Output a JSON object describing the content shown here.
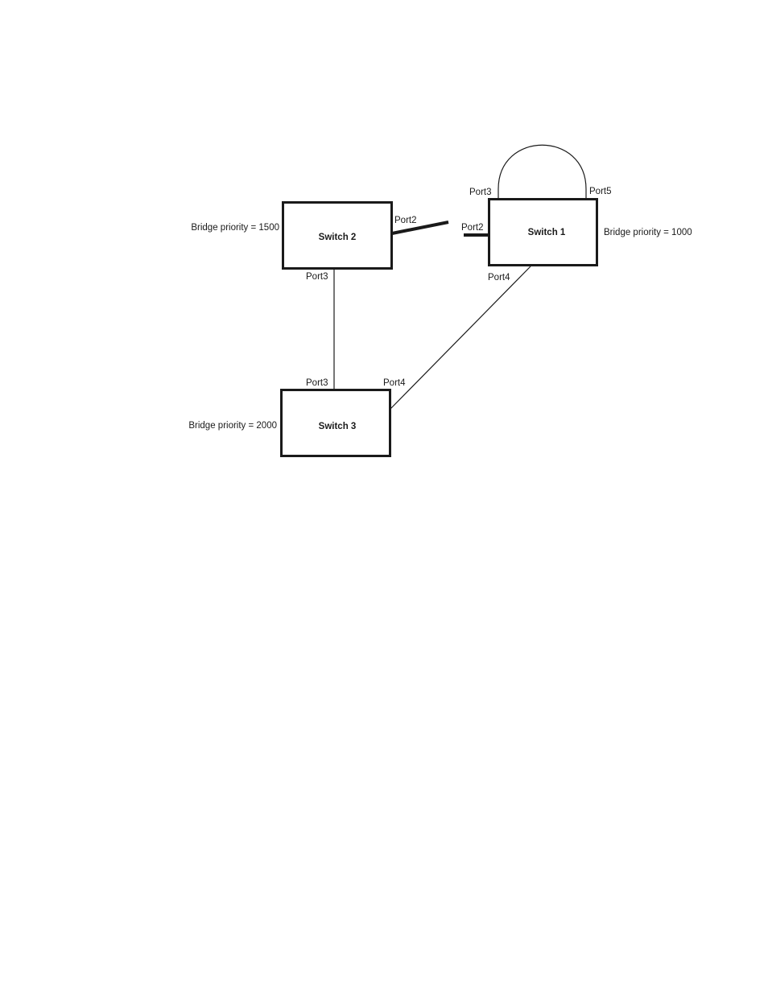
{
  "switches": {
    "switch1": {
      "name": "Switch 1",
      "priority_label": "Bridge priority = 1000",
      "ports": {
        "top_left": "Port3",
        "top_right": "Port5",
        "left": "Port2",
        "bottom": "Port4"
      }
    },
    "switch2": {
      "name": "Switch 2",
      "priority_label": "Bridge priority = 1500",
      "ports": {
        "right": "Port2",
        "bottom": "Port3"
      }
    },
    "switch3": {
      "name": "Switch 3",
      "priority_label": "Bridge priority = 2000",
      "ports": {
        "top_left": "Port3",
        "top_right": "Port4"
      }
    }
  },
  "colors": {
    "ink": "#1a1a1a",
    "background": "#ffffff"
  }
}
